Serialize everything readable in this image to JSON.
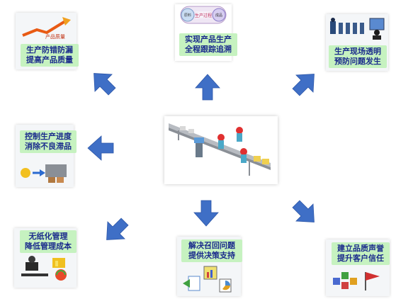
{
  "labels": {
    "top_left": "生产防错防漏\n提高产品质量",
    "top_center": "实现产品生产\n全程跟踪追溯",
    "top_right": "生产现场透明\n预防问题发生",
    "mid_left": "控制生产进度\n消除不良滞品",
    "bottom_left": "无纸化管理\n降低管理成本",
    "bottom_center": "解决召回问题\n提供决策支持",
    "bottom_right": "建立品质声誉\n提升客户信任"
  },
  "icon_texts": {
    "quality": "产品质量",
    "flow_center": "生产过程",
    "flow_left": "原料",
    "flow_right": "成品"
  },
  "colors": {
    "arrow": "#3f6fc6",
    "label_bg": "#c6f2c0",
    "label_text": "#1a2b8c",
    "card_bg": "#f4f6f8"
  }
}
